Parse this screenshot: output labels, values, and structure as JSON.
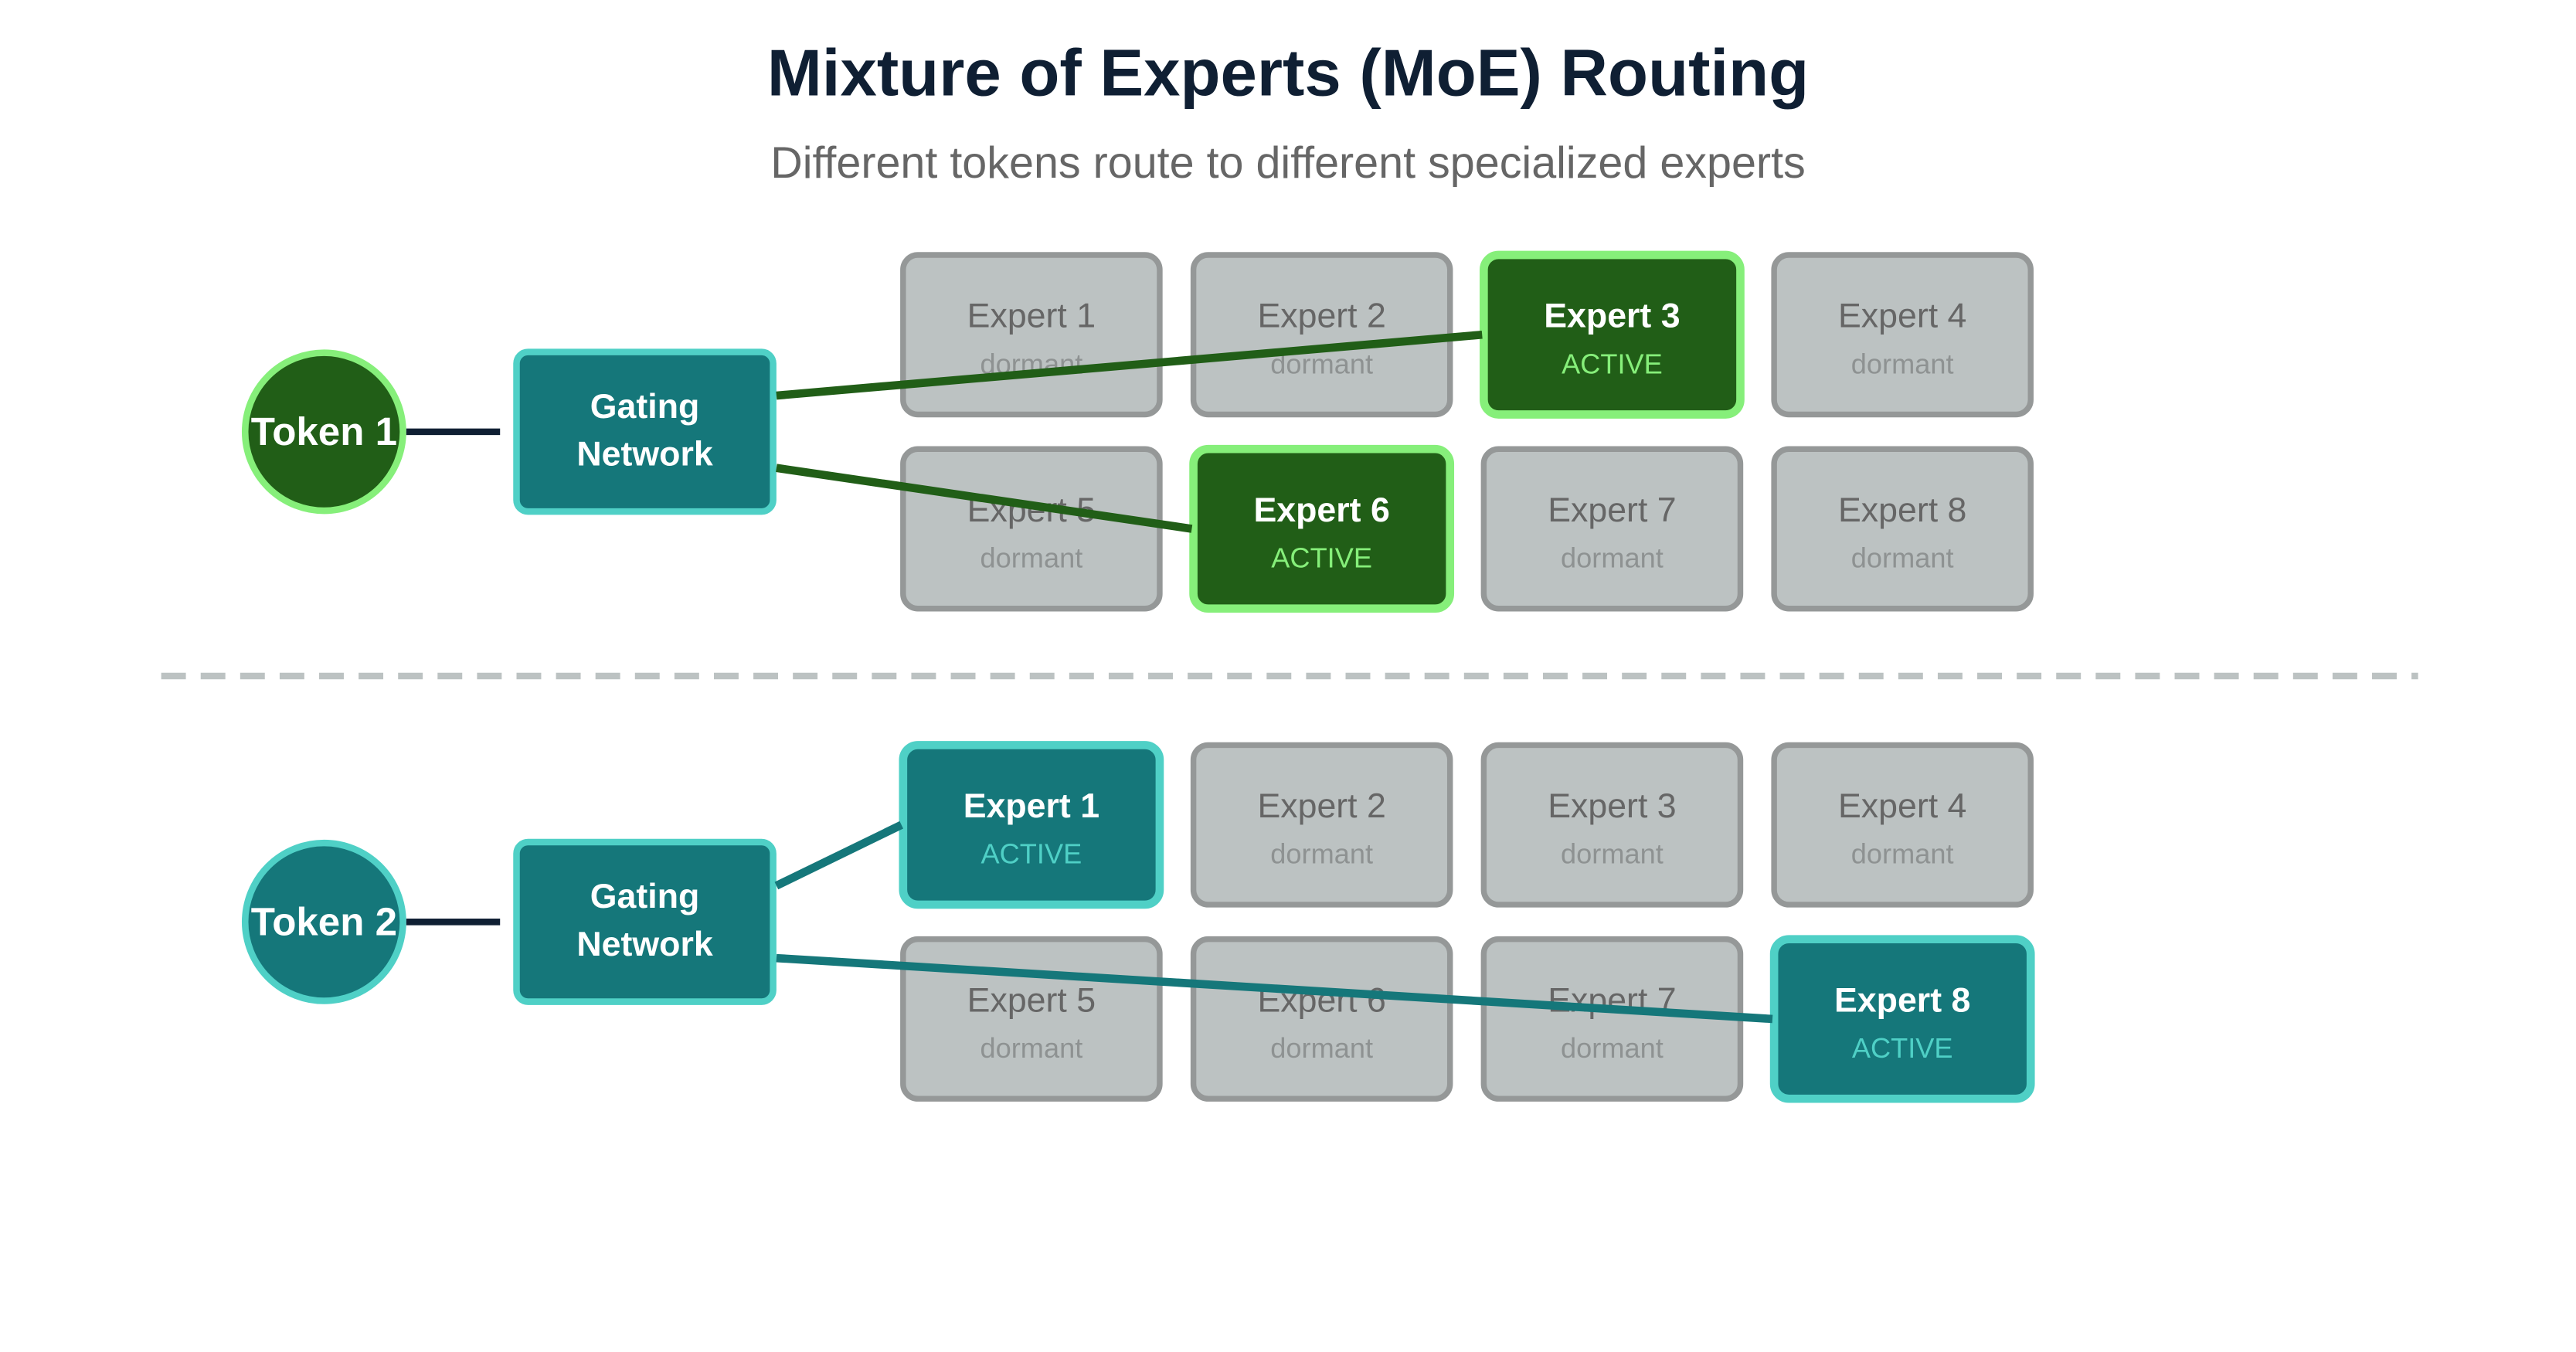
{
  "title": "Mixture of Experts (MoE) Routing",
  "subtitle": "Different tokens route to different specialized experts",
  "colors": {
    "title": "#0f1f33",
    "subtitle": "#666666",
    "divider": "#bcc2c2",
    "connector": "#0f1f33",
    "dormant_fill": "#bcc2c2",
    "dormant_border": "#959898",
    "dormant_name": "#666666",
    "dormant_state": "#8e9292"
  },
  "rows": [
    {
      "token_label": "Token 1",
      "gate_lines": [
        "Gating",
        "Network"
      ],
      "token_fill": "#215e17",
      "token_border": "#86ef7a",
      "gate_fill": "#15777a",
      "gate_border": "#4fd0c6",
      "active_fill": "#215e17",
      "active_border": "#86ef7a",
      "active_state_color": "#86ef7a",
      "route_color": "#215e17",
      "experts": [
        {
          "name": "Expert 1",
          "state": "dormant",
          "active": false
        },
        {
          "name": "Expert 2",
          "state": "dormant",
          "active": false
        },
        {
          "name": "Expert 3",
          "state": "ACTIVE",
          "active": true
        },
        {
          "name": "Expert 4",
          "state": "dormant",
          "active": false
        },
        {
          "name": "Expert 5",
          "state": "dormant",
          "active": false
        },
        {
          "name": "Expert 6",
          "state": "ACTIVE",
          "active": true
        },
        {
          "name": "Expert 7",
          "state": "dormant",
          "active": false
        },
        {
          "name": "Expert 8",
          "state": "dormant",
          "active": false
        }
      ]
    },
    {
      "token_label": "Token 2",
      "gate_lines": [
        "Gating",
        "Network"
      ],
      "token_fill": "#15777a",
      "token_border": "#4fd0c6",
      "gate_fill": "#15777a",
      "gate_border": "#4fd0c6",
      "active_fill": "#15777a",
      "active_border": "#4fd0c6",
      "active_state_color": "#4fd0c6",
      "route_color": "#15777a",
      "experts": [
        {
          "name": "Expert 1",
          "state": "ACTIVE",
          "active": true
        },
        {
          "name": "Expert 2",
          "state": "dormant",
          "active": false
        },
        {
          "name": "Expert 3",
          "state": "dormant",
          "active": false
        },
        {
          "name": "Expert 4",
          "state": "dormant",
          "active": false
        },
        {
          "name": "Expert 5",
          "state": "dormant",
          "active": false
        },
        {
          "name": "Expert 6",
          "state": "dormant",
          "active": false
        },
        {
          "name": "Expert 7",
          "state": "dormant",
          "active": false
        },
        {
          "name": "Expert 8",
          "state": "ACTIVE",
          "active": true
        }
      ]
    }
  ]
}
